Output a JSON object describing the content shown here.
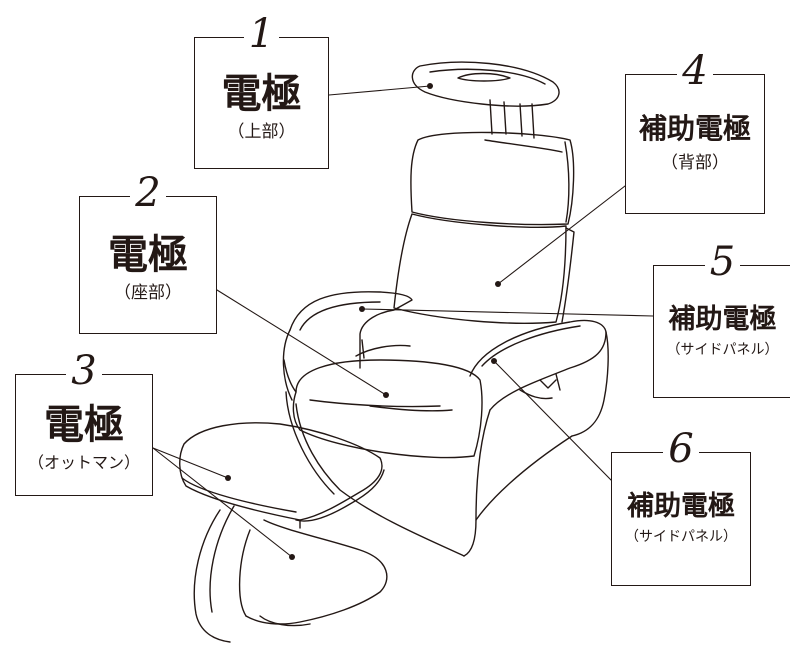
{
  "callouts": [
    {
      "number": "1",
      "title": "電極",
      "sub": "（上部）"
    },
    {
      "number": "2",
      "title": "電極",
      "sub": "（座部）"
    },
    {
      "number": "3",
      "title": "電極",
      "sub": "（オットマン）"
    },
    {
      "number": "4",
      "title": "補助電極",
      "sub": "（背部）"
    },
    {
      "number": "5",
      "title": "補助電極",
      "sub": "（サイドパネル）"
    },
    {
      "number": "6",
      "title": "補助電極",
      "sub": "（サイドパネル）"
    }
  ],
  "colors": {
    "line": "#231815",
    "background": "#ffffff"
  }
}
